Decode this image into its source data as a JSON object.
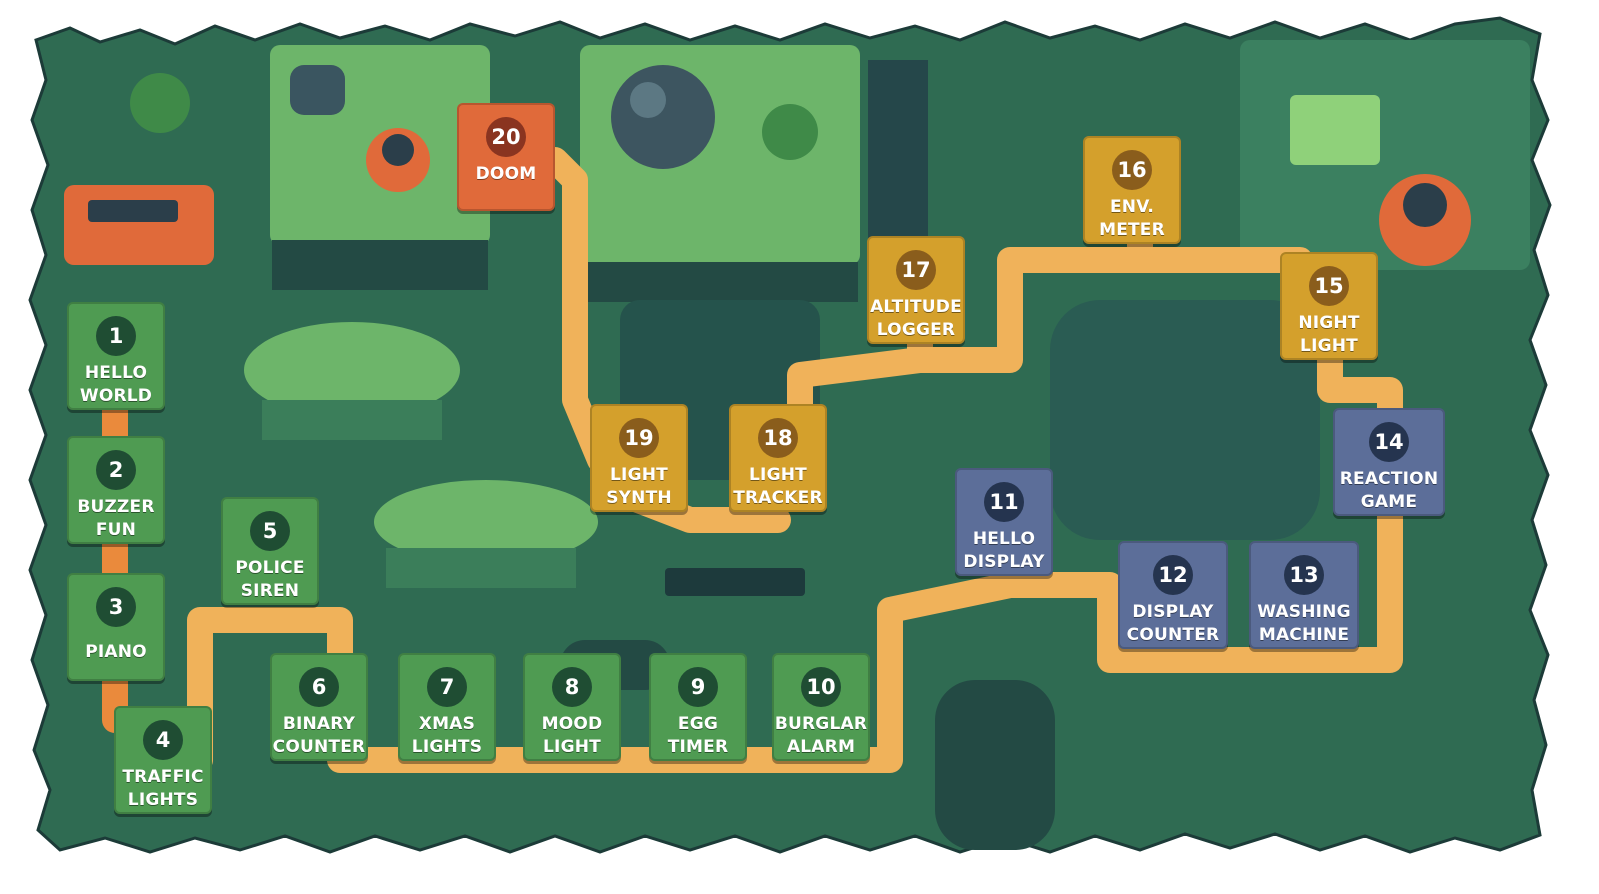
{
  "levels": [
    {
      "id": 1,
      "num": "1",
      "label": "HELLO\nWORLD",
      "category": "green"
    },
    {
      "id": 2,
      "num": "2",
      "label": "BUZZER\nFUN",
      "category": "green"
    },
    {
      "id": 3,
      "num": "3",
      "label": "PIANO",
      "category": "green"
    },
    {
      "id": 4,
      "num": "4",
      "label": "TRAFFIC\nLIGHTS",
      "category": "green"
    },
    {
      "id": 5,
      "num": "5",
      "label": "POLICE\nSIREN",
      "category": "green"
    },
    {
      "id": 6,
      "num": "6",
      "label": "BINARY\nCOUNTER",
      "category": "green"
    },
    {
      "id": 7,
      "num": "7",
      "label": "XMAS\nLIGHTS",
      "category": "green"
    },
    {
      "id": 8,
      "num": "8",
      "label": "MOOD\nLIGHT",
      "category": "green"
    },
    {
      "id": 9,
      "num": "9",
      "label": "EGG\nTIMER",
      "category": "green"
    },
    {
      "id": 10,
      "num": "10",
      "label": "BURGLAR\nALARM",
      "category": "green"
    },
    {
      "id": 11,
      "num": "11",
      "label": "HELLO\nDISPLAY",
      "category": "blue"
    },
    {
      "id": 12,
      "num": "12",
      "label": "DISPLAY\nCOUNTER",
      "category": "blue"
    },
    {
      "id": 13,
      "num": "13",
      "label": "WASHING\nMACHINE",
      "category": "blue"
    },
    {
      "id": 14,
      "num": "14",
      "label": "REACTION\nGAME",
      "category": "blue"
    },
    {
      "id": 15,
      "num": "15",
      "label": "NIGHT\nLIGHT",
      "category": "yellow"
    },
    {
      "id": 16,
      "num": "16",
      "label": "ENV.\nMETER",
      "category": "yellow"
    },
    {
      "id": 17,
      "num": "17",
      "label": "ALTITUDE\nLOGGER",
      "category": "yellow"
    },
    {
      "id": 18,
      "num": "18",
      "label": "LIGHT\nTRACKER",
      "category": "yellow"
    },
    {
      "id": 19,
      "num": "19",
      "label": "LIGHT\nSYNTH",
      "category": "yellow"
    },
    {
      "id": 20,
      "num": "20",
      "label": "DOOM",
      "category": "orange"
    }
  ],
  "colors": {
    "background": "#2f6b52",
    "path": "#f0b25a",
    "path_orange": "#ea8a3c",
    "green_tile": "#4f9b52",
    "blue_tile": "#5c6e99",
    "yellow_tile": "#d4a02c",
    "orange_tile": "#e06a3a"
  }
}
